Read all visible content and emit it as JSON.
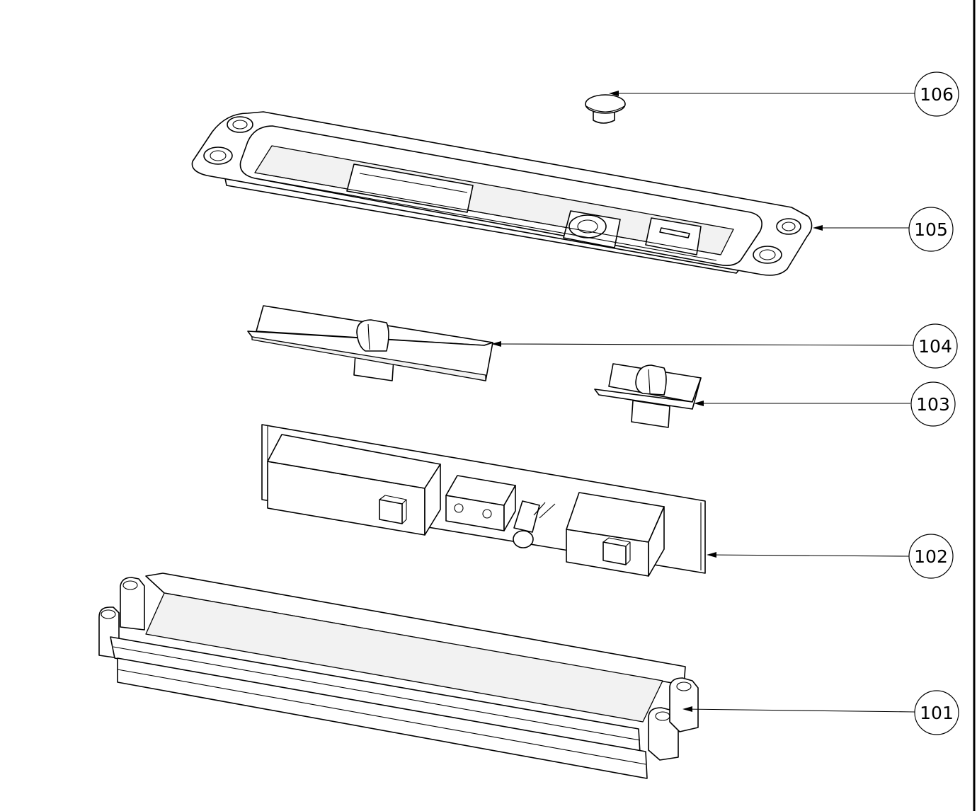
{
  "callouts": [
    {
      "id": "106",
      "label": "106"
    },
    {
      "id": "105",
      "label": "105"
    },
    {
      "id": "104",
      "label": "104"
    },
    {
      "id": "103",
      "label": "103"
    },
    {
      "id": "102",
      "label": "102"
    },
    {
      "id": "101",
      "label": "101"
    }
  ],
  "colors": {
    "line": "#000000",
    "background": "#ffffff"
  }
}
